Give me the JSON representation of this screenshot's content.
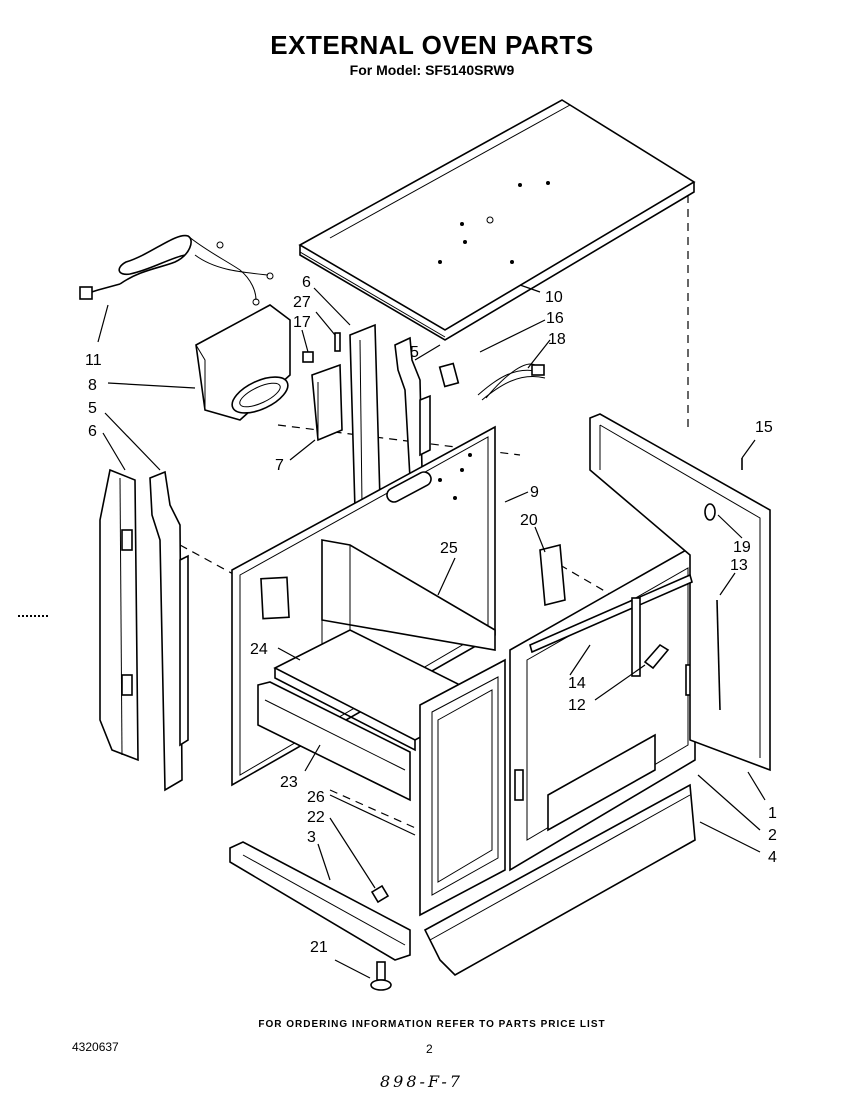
{
  "header": {
    "title": "EXTERNAL OVEN  PARTS",
    "subtitle": "For Model: SF5140SRW9"
  },
  "footer": {
    "ordering_note": "FOR ORDERING INFORMATION REFER TO PARTS PRICE LIST",
    "document_number": "4320637",
    "page_number": "2",
    "handwritten_code": "898-F-7"
  },
  "callouts": [
    {
      "id": "c1",
      "label": "1"
    },
    {
      "id": "c2",
      "label": "2"
    },
    {
      "id": "c4",
      "label": "4"
    },
    {
      "id": "c3",
      "label": "3"
    },
    {
      "id": "c5a",
      "label": "5"
    },
    {
      "id": "c5b",
      "label": "5"
    },
    {
      "id": "c6a",
      "label": "6"
    },
    {
      "id": "c6b",
      "label": "6"
    },
    {
      "id": "c7",
      "label": "7"
    },
    {
      "id": "c8",
      "label": "8"
    },
    {
      "id": "c9",
      "label": "9"
    },
    {
      "id": "c10",
      "label": "10"
    },
    {
      "id": "c11",
      "label": "11"
    },
    {
      "id": "c12",
      "label": "12"
    },
    {
      "id": "c13",
      "label": "13"
    },
    {
      "id": "c14",
      "label": "14"
    },
    {
      "id": "c15",
      "label": "15"
    },
    {
      "id": "c16",
      "label": "16"
    },
    {
      "id": "c17",
      "label": "17"
    },
    {
      "id": "c18",
      "label": "18"
    },
    {
      "id": "c19",
      "label": "19"
    },
    {
      "id": "c20",
      "label": "20"
    },
    {
      "id": "c21",
      "label": "21"
    },
    {
      "id": "c22",
      "label": "22"
    },
    {
      "id": "c23",
      "label": "23"
    },
    {
      "id": "c24",
      "label": "24"
    },
    {
      "id": "c25",
      "label": "25"
    },
    {
      "id": "c26",
      "label": "26"
    },
    {
      "id": "c27",
      "label": "27"
    }
  ]
}
